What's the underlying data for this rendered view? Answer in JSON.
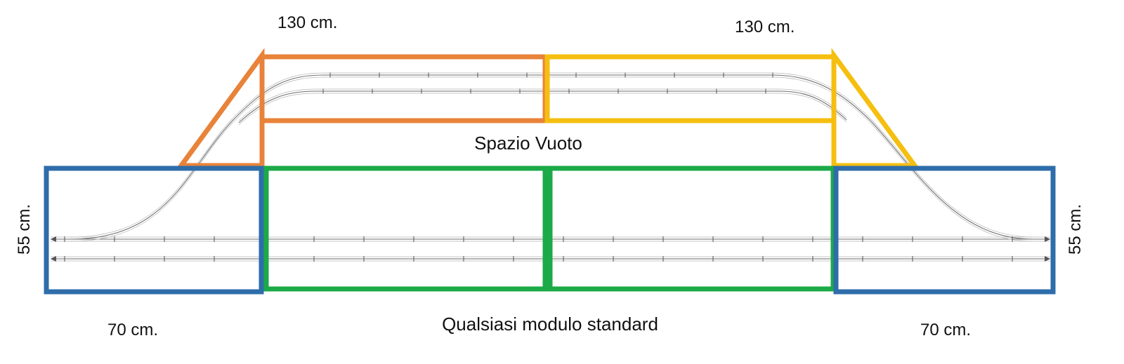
{
  "labels": {
    "top_left_dimension": "130 cm.",
    "top_right_dimension": "130 cm.",
    "empty_space": "Spazio Vuoto",
    "left_height": "55 cm.",
    "right_height": "55 cm.",
    "bottom_left_dimension": "70 cm.",
    "bottom_right_dimension": "70 cm.",
    "standard_module": "Qualsiasi modulo standard"
  },
  "colors": {
    "orange": "#E8833A",
    "yellow": "#F5BF10",
    "blue": "#2E6DAA",
    "green": "#1BAA47",
    "track": "#6e6e6e"
  }
}
